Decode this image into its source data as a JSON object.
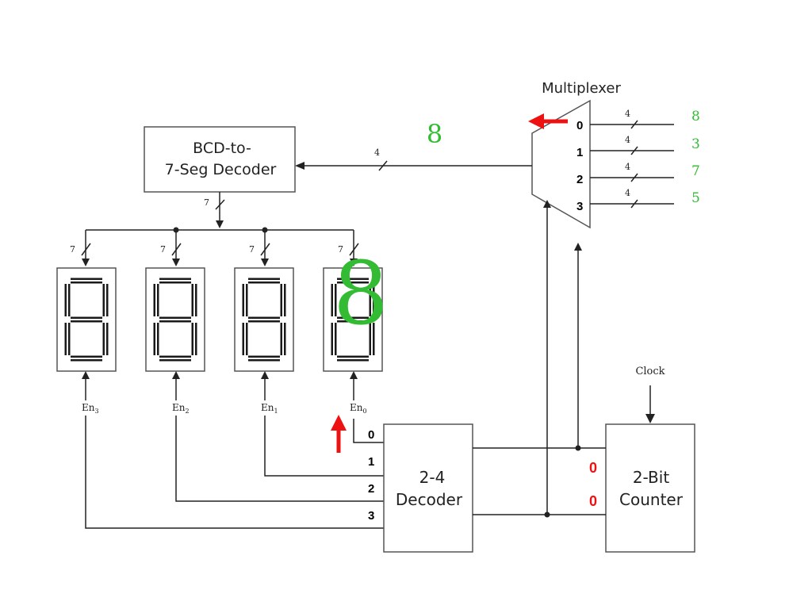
{
  "blocks": {
    "multiplexer_label": "Multiplexer",
    "bcd_decoder_line1": "BCD-to-",
    "bcd_decoder_line2": "7-Seg Decoder",
    "decoder_line1": "2-4",
    "decoder_line2": "Decoder",
    "counter_line1": "2-Bit",
    "counter_line2": "Counter",
    "clock_label": "Clock"
  },
  "bus_widths": {
    "mux_inputs": [
      "4",
      "4",
      "4",
      "4"
    ],
    "mux_to_decoder": "4",
    "decoder_out": "7",
    "display_inputs": [
      "7",
      "7",
      "7",
      "7"
    ]
  },
  "mux_pins": [
    "0",
    "1",
    "2",
    "3"
  ],
  "decoder_pins": [
    "0",
    "1",
    "2",
    "3"
  ],
  "mux_input_values": [
    "8",
    "3",
    "7",
    "5"
  ],
  "enable_labels": [
    {
      "base": "En",
      "sub": "3"
    },
    {
      "base": "En",
      "sub": "2"
    },
    {
      "base": "En",
      "sub": "1"
    },
    {
      "base": "En",
      "sub": "0"
    }
  ],
  "annotations": {
    "selected_value": "8",
    "displayed_digit": "8",
    "counter_bits": [
      "0",
      "0"
    ]
  },
  "colors": {
    "annotation_green": "#33bb33",
    "annotation_red": "#ee1111"
  }
}
